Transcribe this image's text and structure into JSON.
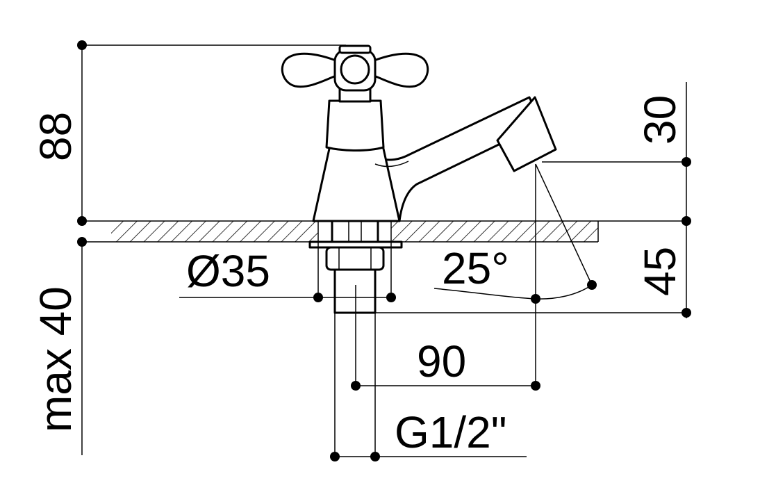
{
  "dimensions": {
    "total_height": "88",
    "spout_height": "30",
    "below_deck": "45",
    "max_deck_thickness": "max 40",
    "base_diameter": "Ø35",
    "spout_angle": "25°",
    "spout_reach": "90",
    "thread": "G1/2\""
  },
  "colors": {
    "line": "#000000",
    "background": "#ffffff"
  }
}
